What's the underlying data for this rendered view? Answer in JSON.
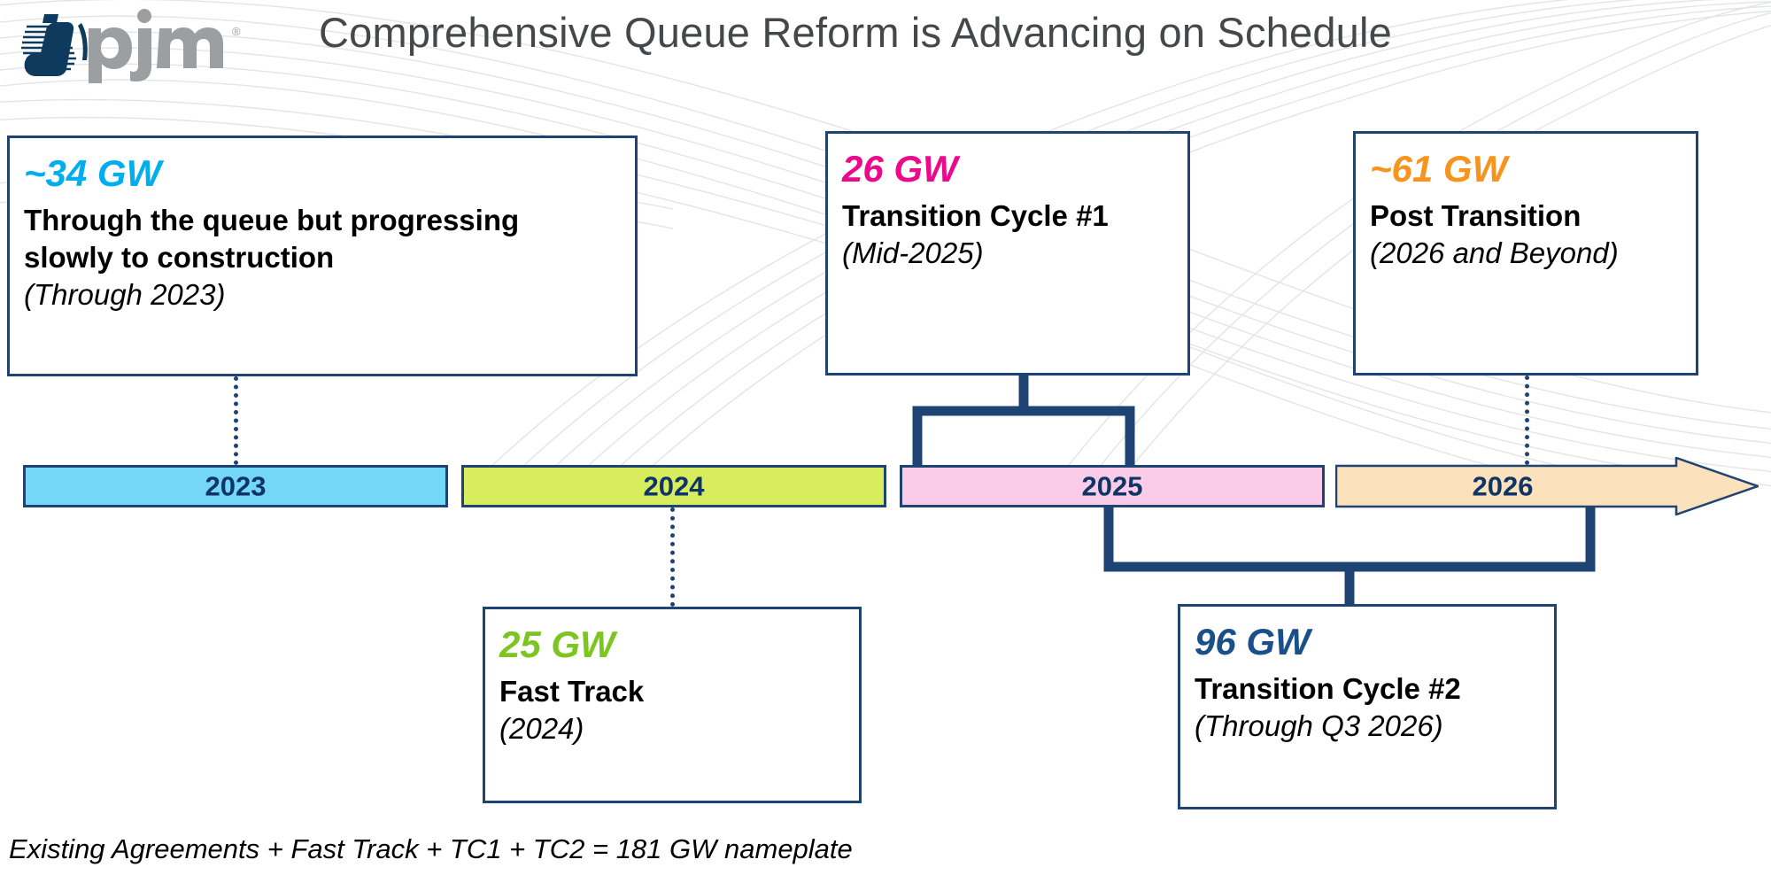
{
  "slide": {
    "title": "Comprehensive Queue Reform is Advancing on Schedule",
    "footer_note": "Existing Agreements + Fast Track + TC1 + TC2 = 181 GW nameplate",
    "logo": {
      "wordmark": "pjm",
      "registered_mark": "®",
      "mark_color": "#0E3A5E",
      "wordmark_color": "#9C9FA2"
    },
    "colors": {
      "title": "#44484b",
      "box_border": "#1f4372",
      "connector": "#1f4372",
      "cyan": "#00AEEF",
      "magenta": "#EC0A8C",
      "orange": "#F7941E",
      "green": "#7DC520",
      "navy": "#1B4F8A",
      "bar_2023": "#74D7F7",
      "bar_2024": "#D7ED5E",
      "bar_2025": "#FBCCE7",
      "bar_2026": "#FCE2BC"
    }
  },
  "timeline": {
    "bars": [
      {
        "year": "2023",
        "fill": "#74D7F7"
      },
      {
        "year": "2024",
        "fill": "#D7ED5E"
      },
      {
        "year": "2025",
        "fill": "#FBCCE7"
      },
      {
        "year": "2026",
        "fill": "#FCE2BC"
      }
    ]
  },
  "callouts": [
    {
      "id": "existing",
      "amount": "~34 GW",
      "amount_color": "#00AEEF",
      "description": "Through the queue but progressing slowly to construction",
      "description_line1": "Through the queue but progressing",
      "description_line2": "slowly to construction",
      "period": "(Through 2023)",
      "connects_to": "2023"
    },
    {
      "id": "fast-track",
      "amount": "25 GW",
      "amount_color": "#7DC520",
      "description": "Fast Track",
      "period": "(2024)",
      "connects_to": "2024"
    },
    {
      "id": "transition-cycle-1",
      "amount": "26 GW",
      "amount_color": "#EC0A8C",
      "description": "Transition Cycle #1",
      "period": "(Mid-2025)",
      "connects_to": "2025"
    },
    {
      "id": "transition-cycle-2",
      "amount": "96 GW",
      "amount_color": "#1B4F8A",
      "description": "Transition Cycle #2",
      "period": "(Through Q3 2026)",
      "connects_to": "2025-2026"
    },
    {
      "id": "post-transition",
      "amount": "~61 GW",
      "amount_color": "#F7941E",
      "description": "Post Transition",
      "period": "(2026 and Beyond)",
      "connects_to": "2026"
    }
  ]
}
